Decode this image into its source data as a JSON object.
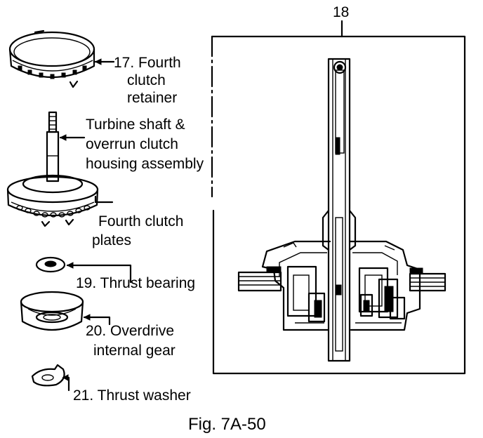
{
  "figure": {
    "caption": "Fig. 7A-50",
    "callout_18": "18"
  },
  "parts": {
    "p17": {
      "line1": "17. Fourth",
      "line2": "clutch",
      "line3": "retainer"
    },
    "turbine": {
      "line1": "Turbine shaft &",
      "line2": "overrun clutch",
      "line3": "housing assembly"
    },
    "fourth_plates": {
      "line1": "Fourth clutch",
      "line2": "plates"
    },
    "p19": {
      "line1": "19. Thrust bearing"
    },
    "p20": {
      "line1": "20. Overdrive",
      "line2": "internal gear"
    },
    "p21": {
      "line1": "21. Thrust washer"
    }
  },
  "colors": {
    "ink": "#000000",
    "paper": "#ffffff"
  }
}
